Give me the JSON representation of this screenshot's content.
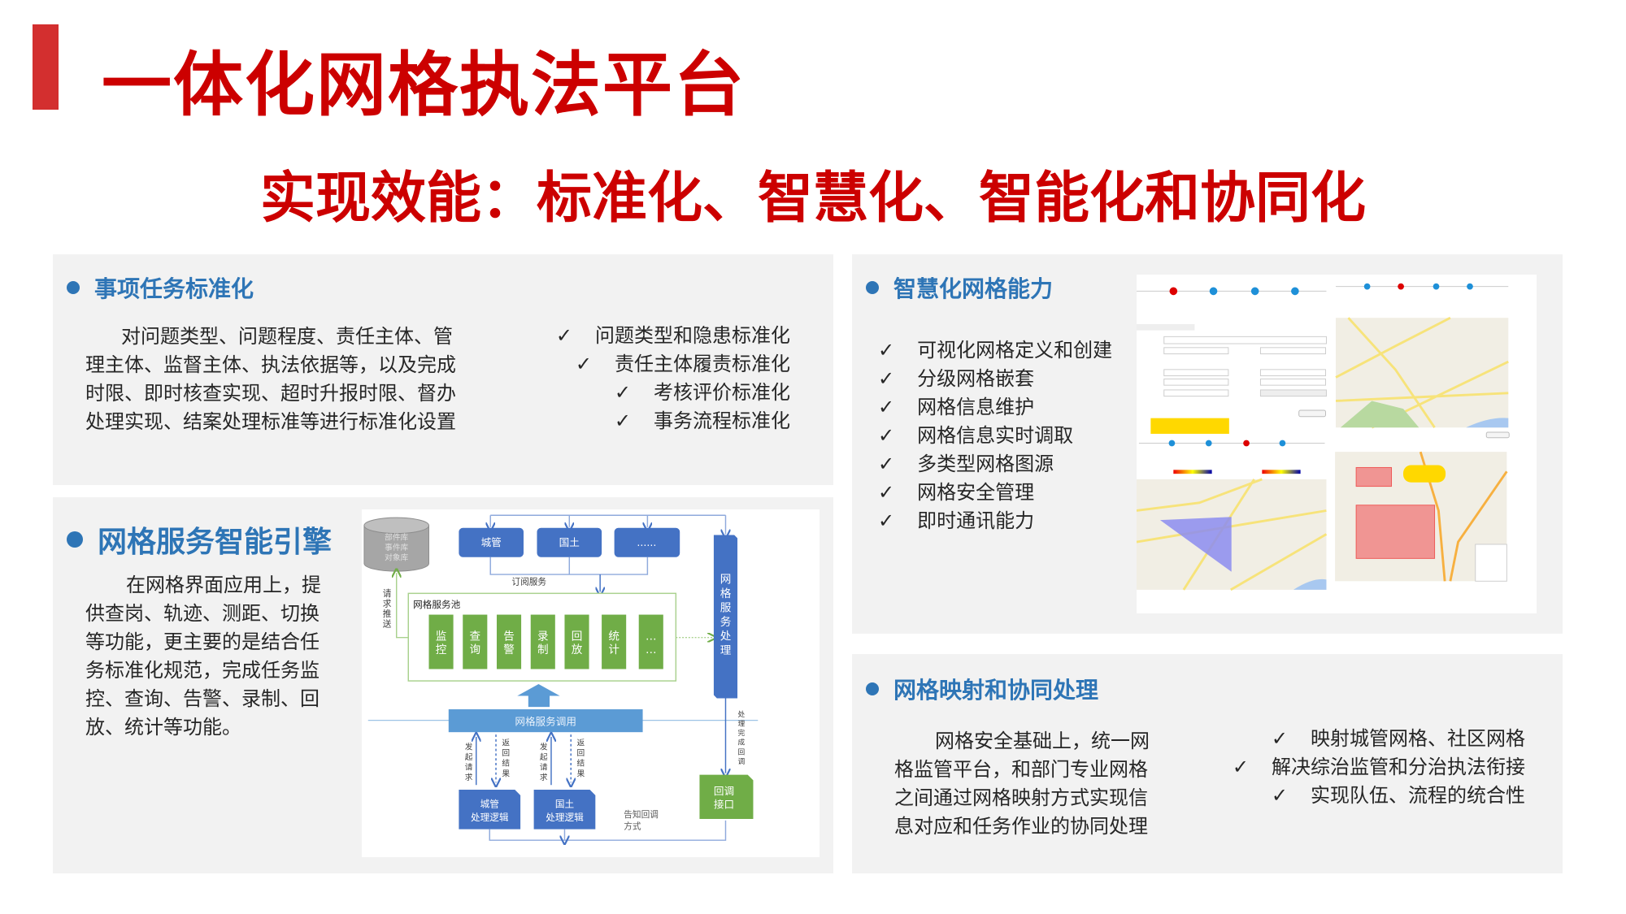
{
  "title": "一体化网格执法平台",
  "subtitle": "实现效能：标准化、智慧化、智能化和协同化",
  "colors": {
    "title_red": "#cc0000",
    "heading_blue": "#2e75b6",
    "diagram_blue": "#4472c4",
    "diagram_green": "#70ad47",
    "panel_bg": "#f2f2f2"
  },
  "check_icon": "✓",
  "panel_standardization": {
    "heading": "事项任务标准化",
    "paragraph": [
      "对问题类型、问题程度、责任主体、管",
      "理主体、监督主体、执法依据等，以及完成",
      "时限、即时核查实现、超时升报时限、督办",
      "处理实现、结案处理标准等进行标准化设置"
    ],
    "checks": [
      "问题类型和隐患标准化",
      "责任主体履责标准化",
      "考核评价标准化",
      "事务流程标准化"
    ]
  },
  "panel_engine": {
    "heading": "网格服务智能引擎",
    "paragraph": [
      "在网格界面应用上，提",
      "供查岗、轨迹、测距、切换",
      "等功能，更主要的是结合任",
      "务标准化规范，完成任务监",
      "控、查询、告警、录制、回",
      "放、统计等功能。"
    ],
    "diagram": {
      "database": [
        "部件库",
        "事件库",
        "对象库"
      ],
      "top_services": [
        "城管",
        "国土",
        "......"
      ],
      "subscribe_label": "订阅服务",
      "request_push": "请求推送",
      "pool_label": "网格服务池",
      "pool_services": [
        "监控",
        "查询",
        "告警",
        "录制",
        "回放",
        "统计",
        "……"
      ],
      "right_bar": "网格服务处理",
      "invoke_bar": "网格服务调用",
      "send_request": "发起请求",
      "return_result": "返回结果",
      "logic_boxes": [
        [
          "城管",
          "处理逻辑"
        ],
        [
          "国土",
          "处理逻辑"
        ]
      ],
      "notify_label": [
        "告知回调",
        "方式"
      ],
      "done_callback": "处理完成回调",
      "callback_box": [
        "回调",
        "接口"
      ]
    }
  },
  "panel_smart": {
    "heading": "智慧化网格能力",
    "checks": [
      "可视化网格定义和创建",
      "分级网格嵌套",
      "网格信息维护",
      "网格信息实时调取",
      "多类型网格图源",
      "网格安全管理",
      "即时通讯能力"
    ]
  },
  "panel_mapping": {
    "heading": "网格映射和协同处理",
    "paragraph": [
      "网格安全基础上，统一网",
      "格监管平台，和部门专业网格",
      "之间通过网格映射方式实现信",
      "息对应和任务作业的协同处理"
    ],
    "checks": [
      "映射城管网格、社区网格",
      "解决综治监管和分治执法衔接",
      "实现队伍、流程的统合性"
    ]
  }
}
